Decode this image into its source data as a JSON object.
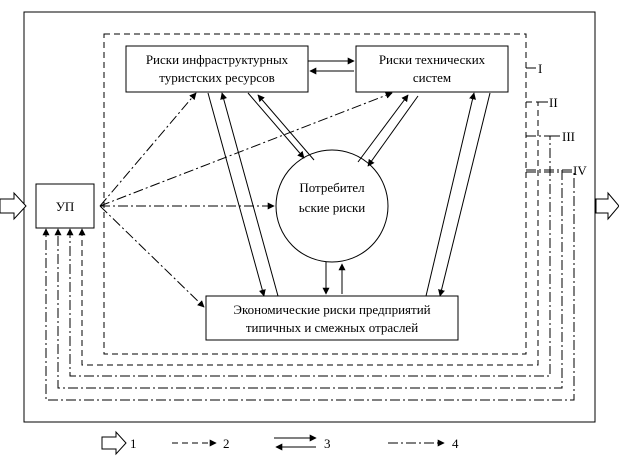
{
  "nodes": {
    "up": "УП",
    "infra": [
      "Риски инфраструктурных",
      "туристских ресурсов"
    ],
    "tech": [
      "Риски технических",
      "систем"
    ],
    "consumer": [
      "Потребител",
      "ьские риски"
    ],
    "econ": [
      "Экономические риски предприятий",
      "типичных и смежных отраслей"
    ]
  },
  "levels": [
    "I",
    "II",
    "III",
    "IV"
  ],
  "legend": [
    "1",
    "2",
    "3",
    "4"
  ]
}
